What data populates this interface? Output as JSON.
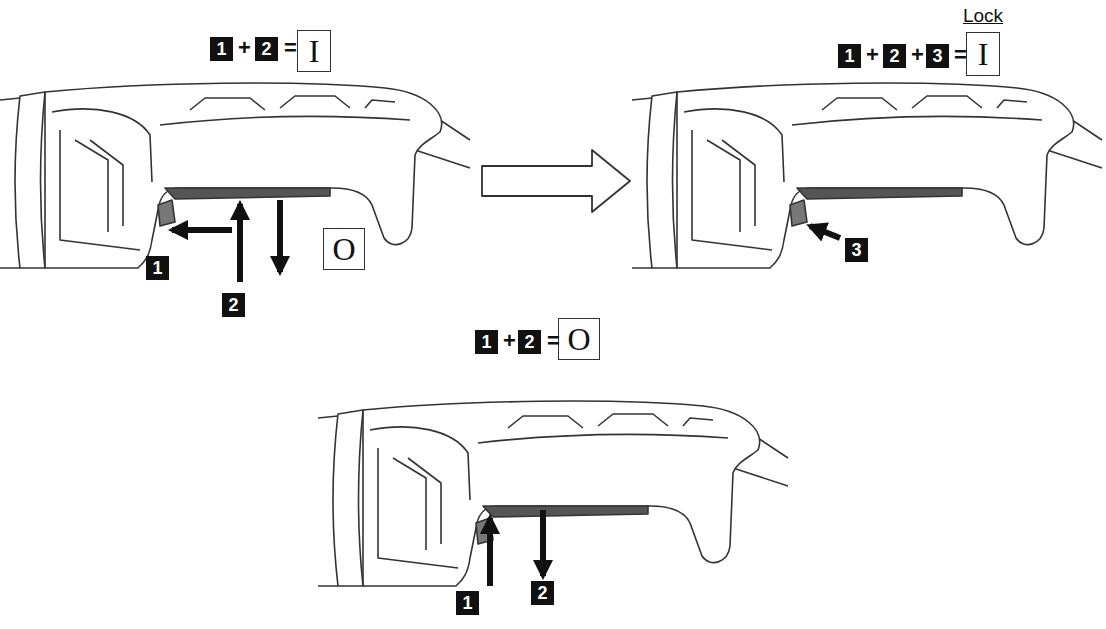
{
  "diagram": {
    "nodes": [
      {
        "text": [
          "1"
        ]
      },
      {
        "text": [
          "2"
        ]
      },
      {
        "text": [
          "I"
        ]
      },
      {
        "text": [
          "1"
        ]
      },
      {
        "text": [
          "2"
        ]
      },
      {
        "text": [
          "3"
        ]
      },
      {
        "text": [
          "Lock",
          "I"
        ]
      },
      {
        "text": [
          "O"
        ]
      },
      {
        "text": [
          "1"
        ]
      },
      {
        "text": [
          "2"
        ]
      },
      {
        "text": [
          "3"
        ]
      },
      {
        "text": [
          "1"
        ]
      },
      {
        "text": [
          "2"
        ]
      },
      {
        "text": [
          "O"
        ]
      },
      {
        "text": [
          "1"
        ]
      },
      {
        "text": [
          "2"
        ]
      }
    ],
    "labels": [
      "+",
      "=",
      "+",
      "+",
      "=",
      "+",
      "="
    ]
  }
}
